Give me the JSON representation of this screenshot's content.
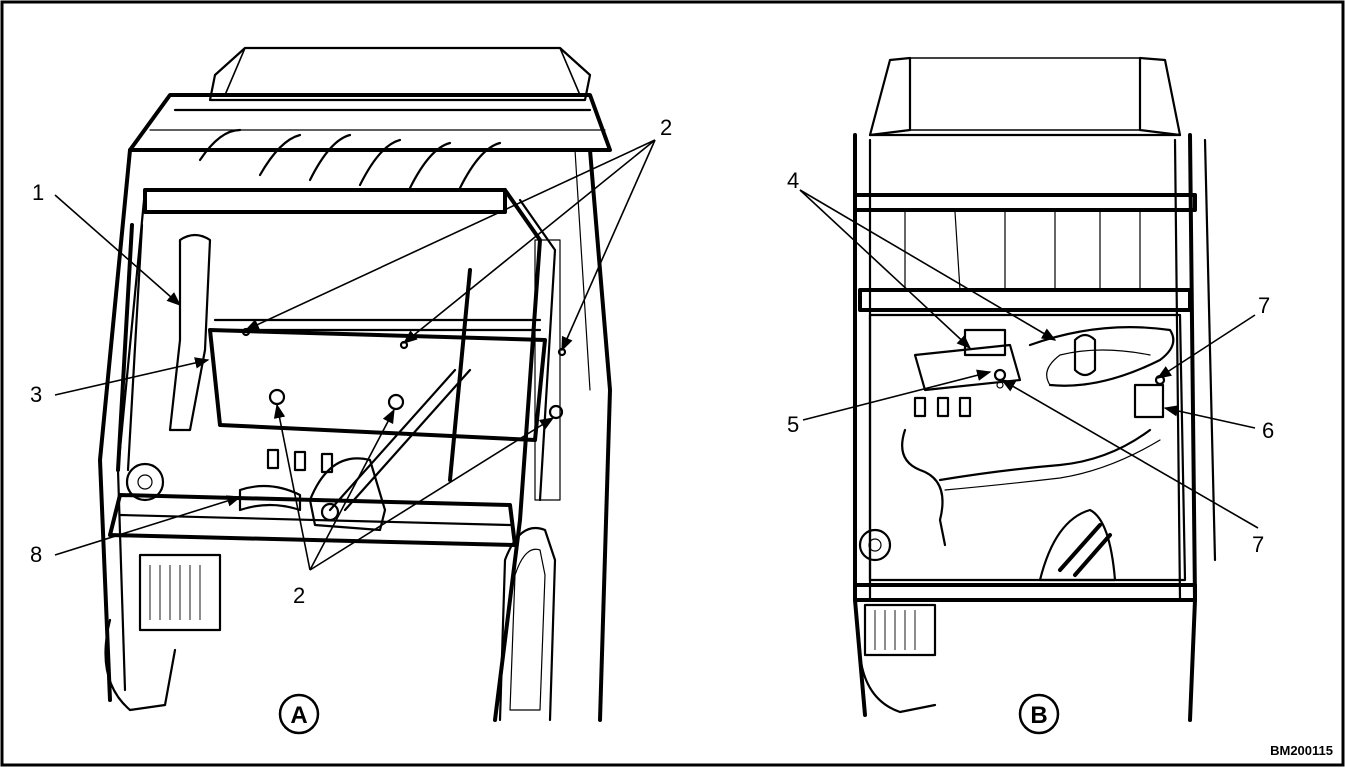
{
  "figure_id": "BM200115",
  "views": [
    {
      "letter": "A",
      "name": "view-a"
    },
    {
      "letter": "B",
      "name": "view-b"
    }
  ],
  "callouts": {
    "a1": "1",
    "a2_top": "2",
    "a2_bottom": "2",
    "a3": "3",
    "a8": "8",
    "b4": "4",
    "b5": "5",
    "b6": "6",
    "b7_top": "7",
    "b7_bottom": "7"
  },
  "colors": {
    "line": "#000000",
    "background": "#ffffff"
  }
}
